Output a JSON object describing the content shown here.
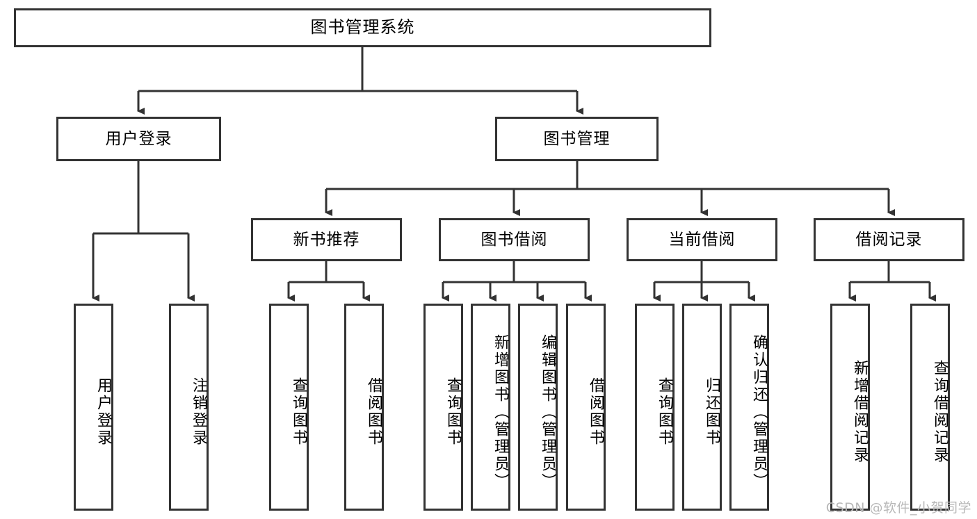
{
  "diagram": {
    "title": "图书管理系统",
    "type": "tree",
    "root": {
      "id": "root",
      "label": "图书管理系统",
      "orientation": "horizontal"
    },
    "level2": [
      {
        "id": "user-login",
        "label": "用户登录",
        "orientation": "horizontal"
      },
      {
        "id": "book-manage",
        "label": "图书管理",
        "orientation": "horizontal"
      }
    ],
    "level3": [
      {
        "id": "new-book-recommend",
        "label": "新书推荐",
        "orientation": "horizontal",
        "parent": "book-manage"
      },
      {
        "id": "book-borrow",
        "label": "图书借阅",
        "orientation": "horizontal",
        "parent": "book-manage"
      },
      {
        "id": "current-borrow",
        "label": "当前借阅",
        "orientation": "horizontal",
        "parent": "book-manage"
      },
      {
        "id": "borrow-record",
        "label": "借阅记录",
        "orientation": "horizontal",
        "parent": "book-manage"
      }
    ],
    "leaves": [
      {
        "id": "leaf-user-login",
        "label": "用户登录",
        "orientation": "vertical",
        "parent": "user-login"
      },
      {
        "id": "leaf-user-logout",
        "label": "注销登录",
        "orientation": "vertical",
        "parent": "user-login"
      },
      {
        "id": "leaf-query-book-1",
        "label": "查询图书",
        "orientation": "vertical",
        "parent": "new-book-recommend"
      },
      {
        "id": "leaf-borrow-book-1",
        "label": "借阅图书",
        "orientation": "vertical",
        "parent": "new-book-recommend"
      },
      {
        "id": "leaf-query-book-2",
        "label": "查询图书",
        "orientation": "vertical",
        "parent": "book-borrow"
      },
      {
        "id": "leaf-add-book",
        "label": "新增图书（管理员）",
        "orientation": "vertical",
        "parent": "book-borrow"
      },
      {
        "id": "leaf-edit-book",
        "label": "编辑图书（管理员）",
        "orientation": "vertical",
        "parent": "book-borrow"
      },
      {
        "id": "leaf-borrow-book-2",
        "label": "借阅图书",
        "orientation": "vertical",
        "parent": "book-borrow"
      },
      {
        "id": "leaf-query-book-3",
        "label": "查询图书",
        "orientation": "vertical",
        "parent": "current-borrow"
      },
      {
        "id": "leaf-return-book",
        "label": "归还图书",
        "orientation": "vertical",
        "parent": "current-borrow"
      },
      {
        "id": "leaf-confirm-return",
        "label": "确认归还（管理员）",
        "orientation": "vertical",
        "parent": "current-borrow"
      },
      {
        "id": "leaf-add-record",
        "label": "新增借阅记录",
        "orientation": "vertical",
        "parent": "borrow-record"
      },
      {
        "id": "leaf-query-record",
        "label": "查询借阅记录",
        "orientation": "vertical",
        "parent": "borrow-record"
      }
    ]
  },
  "watermark": {
    "text": "CSDN @软件_小贺同学"
  },
  "colors": {
    "stroke": "#333333",
    "background": "#ffffff",
    "text": "#000000",
    "watermark": "#b8b8b8"
  }
}
